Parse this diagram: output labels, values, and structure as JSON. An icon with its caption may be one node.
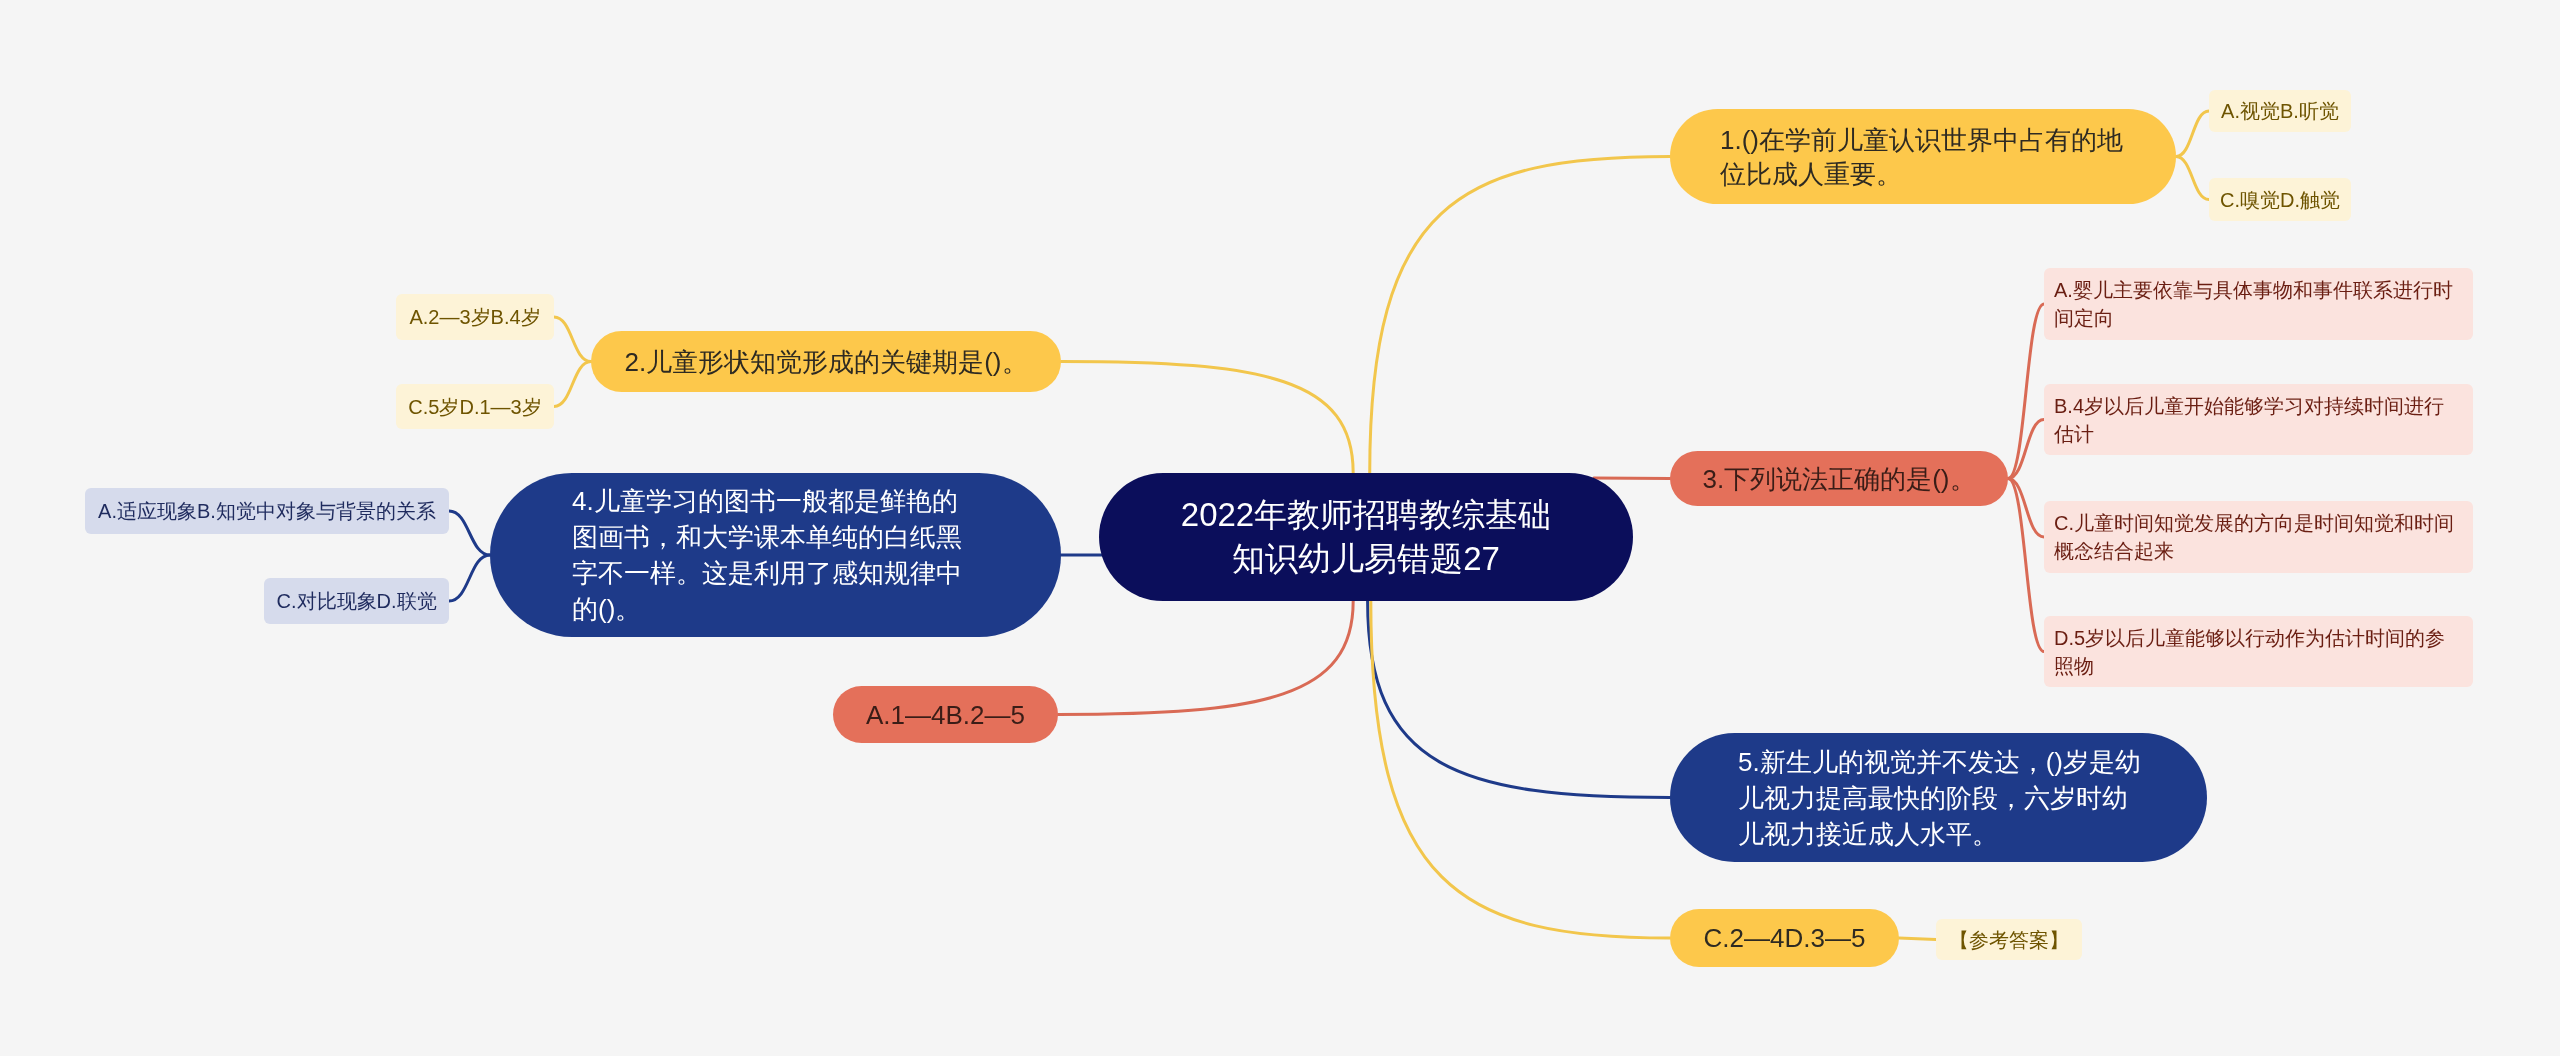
{
  "diagram": {
    "nodes": [
      {
        "text": [
          "2022年教师招聘教综基础知识幼儿易错题27"
        ]
      },
      {
        "text": [
          "1.()在学前儿童认识世界中占有的地位比成人重要。"
        ]
      },
      {
        "text": [
          "A.视觉B.听觉"
        ]
      },
      {
        "text": [
          "C.嗅觉D.触觉"
        ]
      },
      {
        "text": [
          "2.儿童形状知觉形成的关键期是()。"
        ]
      },
      {
        "text": [
          "A.2—3岁B.4岁"
        ]
      },
      {
        "text": [
          "C.5岁D.1—3岁"
        ]
      },
      {
        "text": [
          "3.下列说法正确的是()。"
        ]
      },
      {
        "text": [
          "A.婴儿主要依靠与具体事物和事件联系进行时间定向"
        ]
      },
      {
        "text": [
          "B.4岁以后儿童开始能够学习对持续时间进行估计"
        ]
      },
      {
        "text": [
          "C.儿童时间知觉发展的方向是时间知觉和时间概念结合起来"
        ]
      },
      {
        "text": [
          "D.5岁以后儿童能够以行动作为估计时间的参照物"
        ]
      },
      {
        "text": [
          "4.儿童学习的图书一般都是鲜艳的图画书，和大学课本单纯的白纸黑字不一样。这是利用了感知规律中的()。"
        ]
      },
      {
        "text": [
          "A.适应现象B.知觉中对象与背景的关系"
        ]
      },
      {
        "text": [
          "C.对比现象D.联觉"
        ]
      },
      {
        "text": [
          "A.1—4B.2—5"
        ]
      },
      {
        "text": [
          "5.新生儿的视觉并不发达，()岁是幼儿视力提高最快的阶段，六岁时幼儿视力接近成人水平。"
        ]
      },
      {
        "text": [
          "C.2—4D.3—5"
        ]
      },
      {
        "text": [
          "【参考答案】"
        ]
      }
    ],
    "edges": [
      {
        "from": 0,
        "to": 1,
        "arrow": "none"
      },
      {
        "from": 0,
        "to": 4,
        "arrow": "none"
      },
      {
        "from": 0,
        "to": 7,
        "arrow": "none",
        "color": "#d96a55"
      },
      {
        "from": 0,
        "to": 12,
        "arrow": "none",
        "color": "#1e3a89"
      },
      {
        "from": 0,
        "to": 15,
        "arrow": "none",
        "color": "#d96a55"
      },
      {
        "from": 0,
        "to": 16,
        "arrow": "none",
        "color": "#1e3a89"
      },
      {
        "from": 0,
        "to": 17,
        "arrow": "none"
      },
      {
        "from": 1,
        "to": 2,
        "arrow": "none"
      },
      {
        "from": 1,
        "to": 3,
        "arrow": "none"
      },
      {
        "from": 4,
        "to": 5,
        "arrow": "none"
      },
      {
        "from": 4,
        "to": 6,
        "arrow": "none"
      },
      {
        "from": 7,
        "to": 8,
        "arrow": "none",
        "color": "#d96a55"
      },
      {
        "from": 7,
        "to": 9,
        "arrow": "none",
        "color": "#d96a55"
      },
      {
        "from": 7,
        "to": 10,
        "arrow": "none",
        "color": "#d96a55"
      },
      {
        "from": 7,
        "to": 11,
        "arrow": "none",
        "color": "#d96a55"
      },
      {
        "from": 12,
        "to": 13,
        "arrow": "none",
        "color": "#1e3a89"
      },
      {
        "from": 12,
        "to": 14,
        "arrow": "none",
        "color": "#1e3a89"
      },
      {
        "from": 17,
        "to": 18,
        "arrow": "none"
      }
    ]
  }
}
